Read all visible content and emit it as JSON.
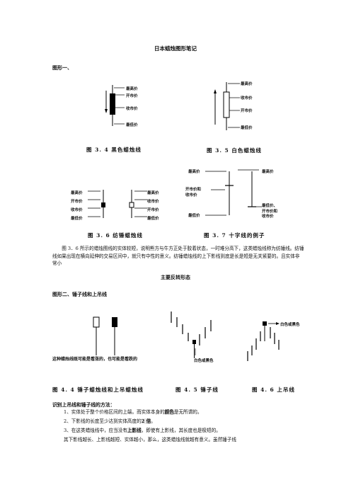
{
  "title": "日本蜡烛图形笔记",
  "section1": "图形一、",
  "fig34": {
    "labels": [
      "最高价",
      "开市价",
      "收市价",
      "最低价"
    ],
    "caption": "图 3. 4   黑色蜡烛线"
  },
  "fig35": {
    "labels": [
      "最高价",
      "收市价",
      "开市价",
      "最低价"
    ],
    "caption": "图 3. 5   白色蜡烛线"
  },
  "fig36": {
    "left": [
      "最高价",
      "开市价",
      "收市价",
      "最低价"
    ],
    "right": [
      "最高价",
      "收市价",
      "开市价",
      "最低价"
    ],
    "caption": "图 3. 6   纺锤蜡烛线"
  },
  "fig37": {
    "top_left": "最高价",
    "mid_left": "开市价和\n收市价",
    "bottom_left": "最低价",
    "top_right": "最高价",
    "bottom_right": "最低价、\n开市价和\n收市价",
    "caption": "图 3. 7   十字线的例子"
  },
  "para1": "图 3．6 所示的蜡烛图线的实体较短，说明熊方与牛方正处于胶着状态，一时难分高下，这类蜡烛线称为纺锤线。纺锤线如果出现在横向延伸的交易区间中，就只有中性的意义。纺锤蜡烛线的上下影线到底是长是短是无关紧要的。且实体非常小",
  "heading_reversal": "主要反转形态",
  "section2": "图形二、锤子线和上吊线",
  "fig44": {
    "note": "这种蜡烛线既可能是看涨的，也可能是看跌的",
    "caption": "图 4. 4   锤子蜡烛线和上吊蜡烛线"
  },
  "fig45": {
    "label": "白色或黑色",
    "caption": "图 4. 5   锤子线"
  },
  "fig46": {
    "label": "白色或黑色",
    "caption": "图 4. 6   上吊线"
  },
  "identify_heading": "识别上吊线和锤子线的方法：",
  "list": [
    {
      "pre": "1、实体处于整个价格区间的上端。而实体本身的",
      "hl": "颜色",
      "post": "是无所谓的。"
    },
    {
      "pre": "2、下影线的长度至少达到实体高度的",
      "hl": "2 倍",
      "post": "。"
    },
    {
      "pre": "3、在这类蜡烛线中，应当没有",
      "hl": "上影线",
      "post": "，即使有上影线，其长度也是极短的。"
    }
  ],
  "para_last": "其下影线越长、上影线越短、实体越小，那么，这类蜡烛线就越有意义。虽然锤子线"
}
